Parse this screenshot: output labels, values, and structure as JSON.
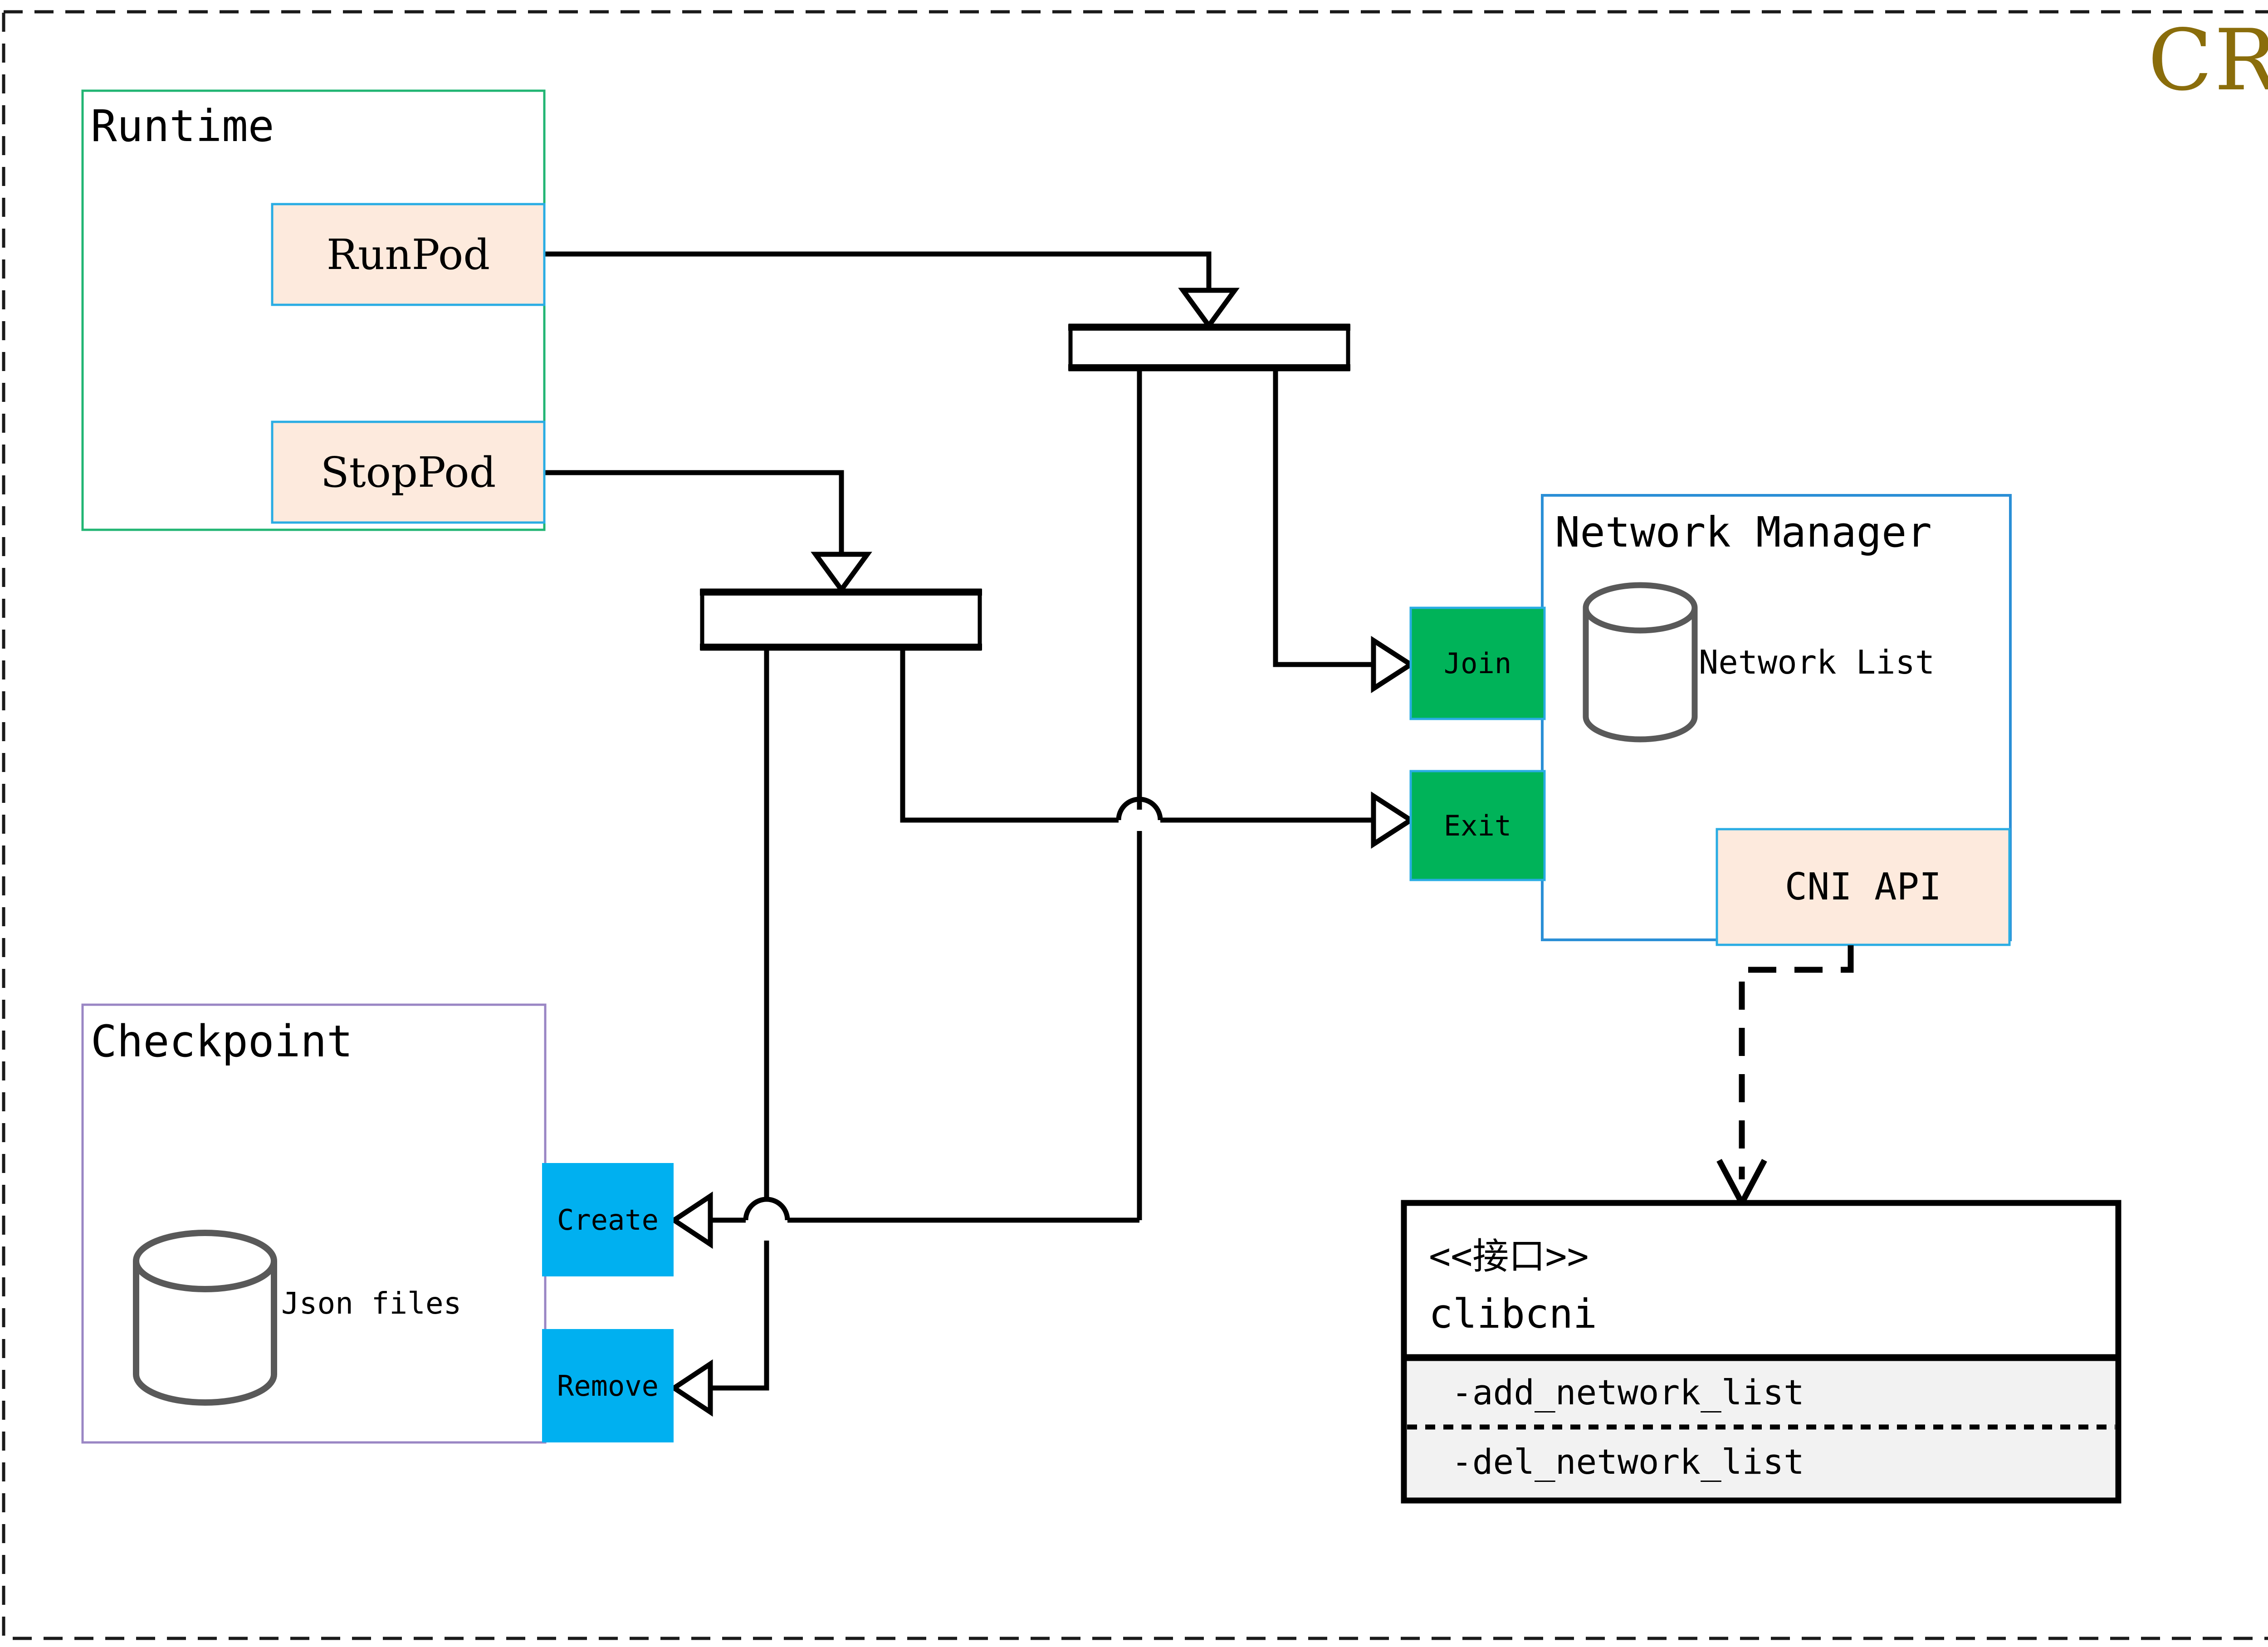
{
  "title": "CRI",
  "title_color": "#8a6d0b",
  "frame": {
    "style": "dashed",
    "color": "#1a1a1a"
  },
  "groups": [
    {
      "id": "runtime",
      "label": "Runtime",
      "border_color": "#21b573"
    },
    {
      "id": "checkpoint",
      "label": "Checkpoint",
      "border_color": "#9a86c4"
    },
    {
      "id": "network_manager",
      "label": "Network Manager",
      "border_color": "#2b8fd6"
    }
  ],
  "runtime": {
    "label": "Runtime",
    "operations": [
      {
        "label": "RunPod",
        "fill": "#fdeadd",
        "border": "#29ace3"
      },
      {
        "label": "StopPod",
        "fill": "#fdeadd",
        "border": "#29ace3"
      }
    ]
  },
  "checkpoint": {
    "label": "Checkpoint",
    "store_label": "Json files",
    "operations": [
      {
        "label": "Create",
        "fill": "#00b0f0"
      },
      {
        "label": "Remove",
        "fill": "#00b0f0"
      }
    ]
  },
  "network_manager": {
    "label": "Network Manager",
    "store_label": "Network List",
    "operations": [
      {
        "label": "Join",
        "fill": "#00b359",
        "border": "#29ace3"
      },
      {
        "label": "Exit",
        "fill": "#00b359",
        "border": "#29ace3"
      }
    ],
    "api": {
      "label": "CNI API",
      "fill": "#fdeadd",
      "border": "#29ace3"
    }
  },
  "interface": {
    "stereotype": "<<接口>>",
    "name": "clibcni",
    "methods": [
      "-add_network_list",
      "-del_network_list"
    ],
    "method_bg": "#f2f2f2"
  },
  "fork_bars": [
    {
      "id": "fork-right",
      "name": "fork-bar-runpod"
    },
    {
      "id": "fork-left",
      "name": "fork-bar-stoppod"
    }
  ],
  "connectors": [
    {
      "from": "RunPod",
      "to": "fork-bar-runpod",
      "style": "solid",
      "arrow": "hollow-triangle"
    },
    {
      "from": "StopPod",
      "to": "fork-bar-stoppod",
      "style": "solid",
      "arrow": "hollow-triangle"
    },
    {
      "from": "fork-bar-runpod",
      "to": "Join",
      "style": "solid",
      "arrow": "hollow-triangle"
    },
    {
      "from": "fork-bar-stoppod",
      "to": "Exit",
      "style": "solid",
      "arrow": "hollow-triangle"
    },
    {
      "from": "fork-bar-runpod",
      "to": "Create",
      "style": "solid",
      "arrow": "hollow-triangle"
    },
    {
      "from": "fork-bar-stoppod",
      "to": "Remove",
      "style": "solid",
      "arrow": "hollow-triangle"
    },
    {
      "from": "CNI API",
      "to": "clibcni",
      "style": "dashed",
      "arrow": "open-v"
    }
  ]
}
